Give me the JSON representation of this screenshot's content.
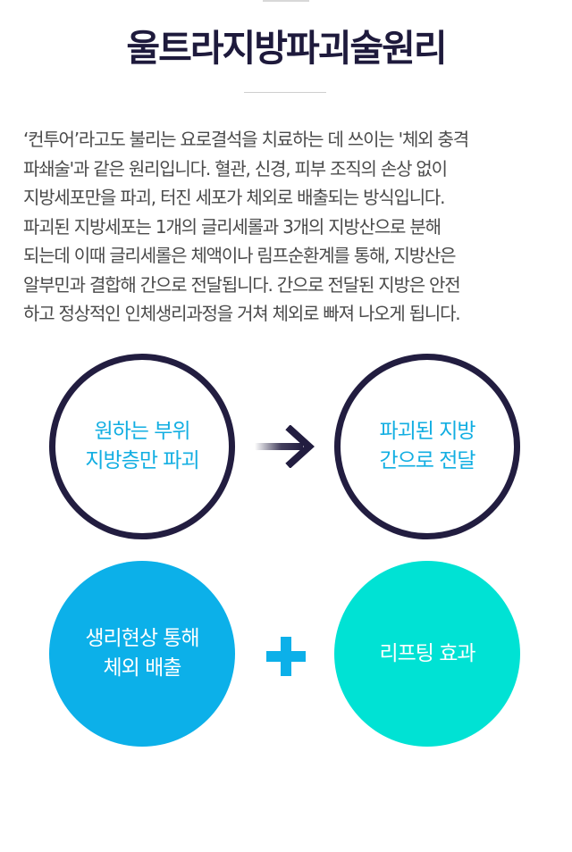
{
  "title": "울트라지방파괴술원리",
  "body_lines": [
    "‘컨투어’라고도 불리는 요로결석을 치료하는 데 쓰이는 '체외 충격",
    "파쇄술'과 같은 원리입니다. 혈관, 신경, 피부 조직의 손상 없이",
    "지방세포만을 파괴, 터진 세포가 체외로 배출되는 방식입니다.",
    "파괴된 지방세포는 1개의 글리세롤과 3개의 지방산으로 분해",
    "되는데 이때 글리세롤은 체액이나 림프순환계를 통해, 지방산은",
    "알부민과 결합해 간으로 전달됩니다. 간으로 전달된 지방은 안전",
    "하고 정상적인 인체생리과정을 거쳐 체외로 빠져 나오게 됩니다."
  ],
  "steps": [
    {
      "line1": "원하는 부위",
      "line2": "지방층만 파괴"
    },
    {
      "line1": "파괴된 지방",
      "line2": "간으로 전달"
    },
    {
      "line1": "생리현상 통해",
      "line2": "체외 배출"
    },
    {
      "line1": "리프팅 효과",
      "line2": ""
    }
  ],
  "colors": {
    "title": "#1e1a3c",
    "outline_circle_border": "#221d40",
    "outline_circle_text": "#12aee2",
    "circle_blue": "#0cb0e9",
    "circle_teal": "#00e2d4",
    "plus": "#0cb0e9"
  },
  "icons": {
    "arrow": "right-arrow-icon",
    "plus": "plus-icon"
  }
}
